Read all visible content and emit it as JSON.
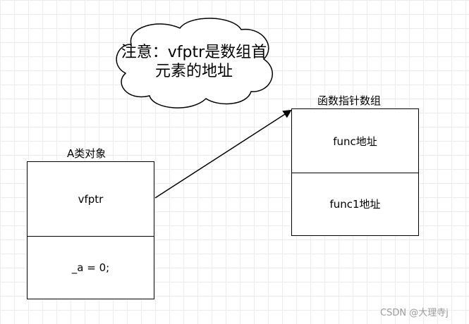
{
  "note": {
    "line1": "注意：vfptr是数组首",
    "line2": "元素的地址"
  },
  "object_a": {
    "title": "A类对象",
    "cells": [
      "vfptr",
      "_a = 0;"
    ]
  },
  "func_array": {
    "title": "函数指针数组",
    "cells": [
      "func地址",
      "func1地址"
    ]
  },
  "watermark": "CSDN @大理寺j",
  "colors": {
    "stroke": "#000000",
    "grid": "#ececec",
    "watermark": "#9a9a9a"
  }
}
